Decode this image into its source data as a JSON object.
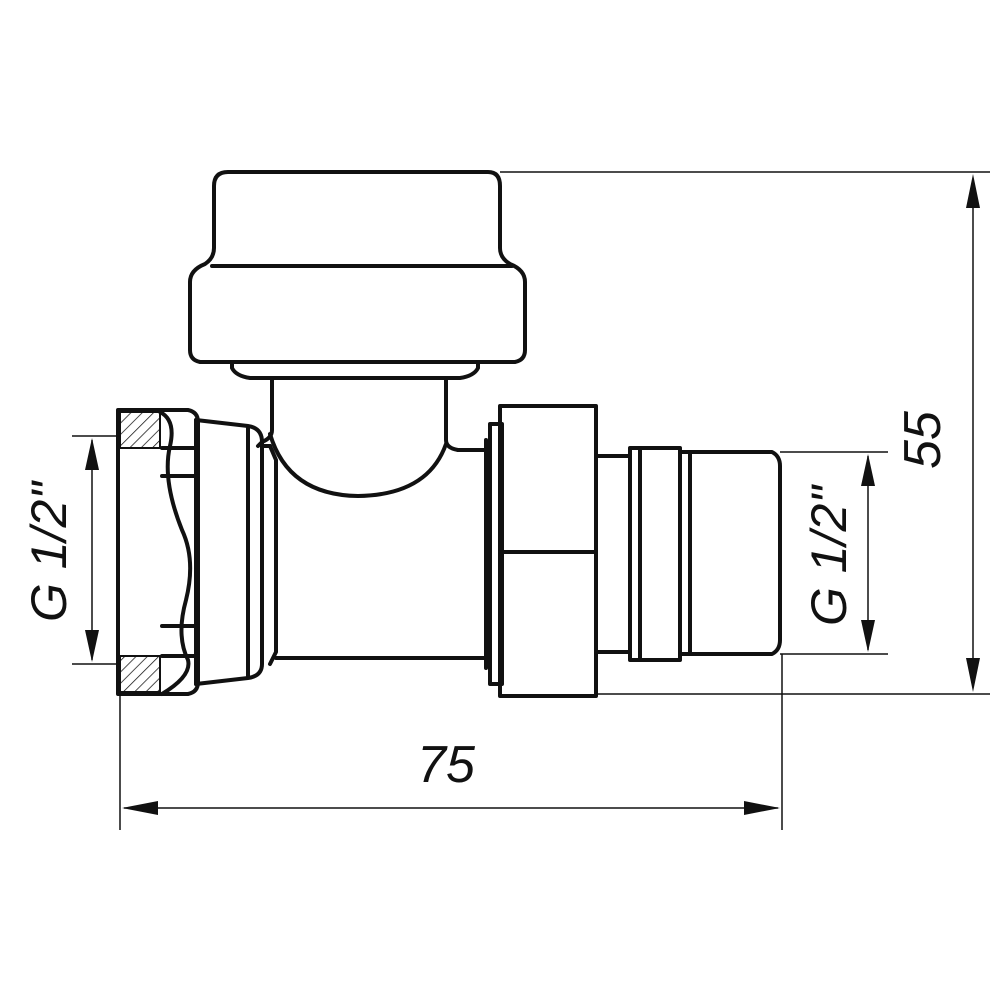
{
  "dimensions": {
    "total_width": "75",
    "total_height": "55",
    "left_thread": "G 1/2\"",
    "right_thread": "G 1/2\""
  },
  "colors": {
    "line": "#111111",
    "background": "#ffffff"
  }
}
